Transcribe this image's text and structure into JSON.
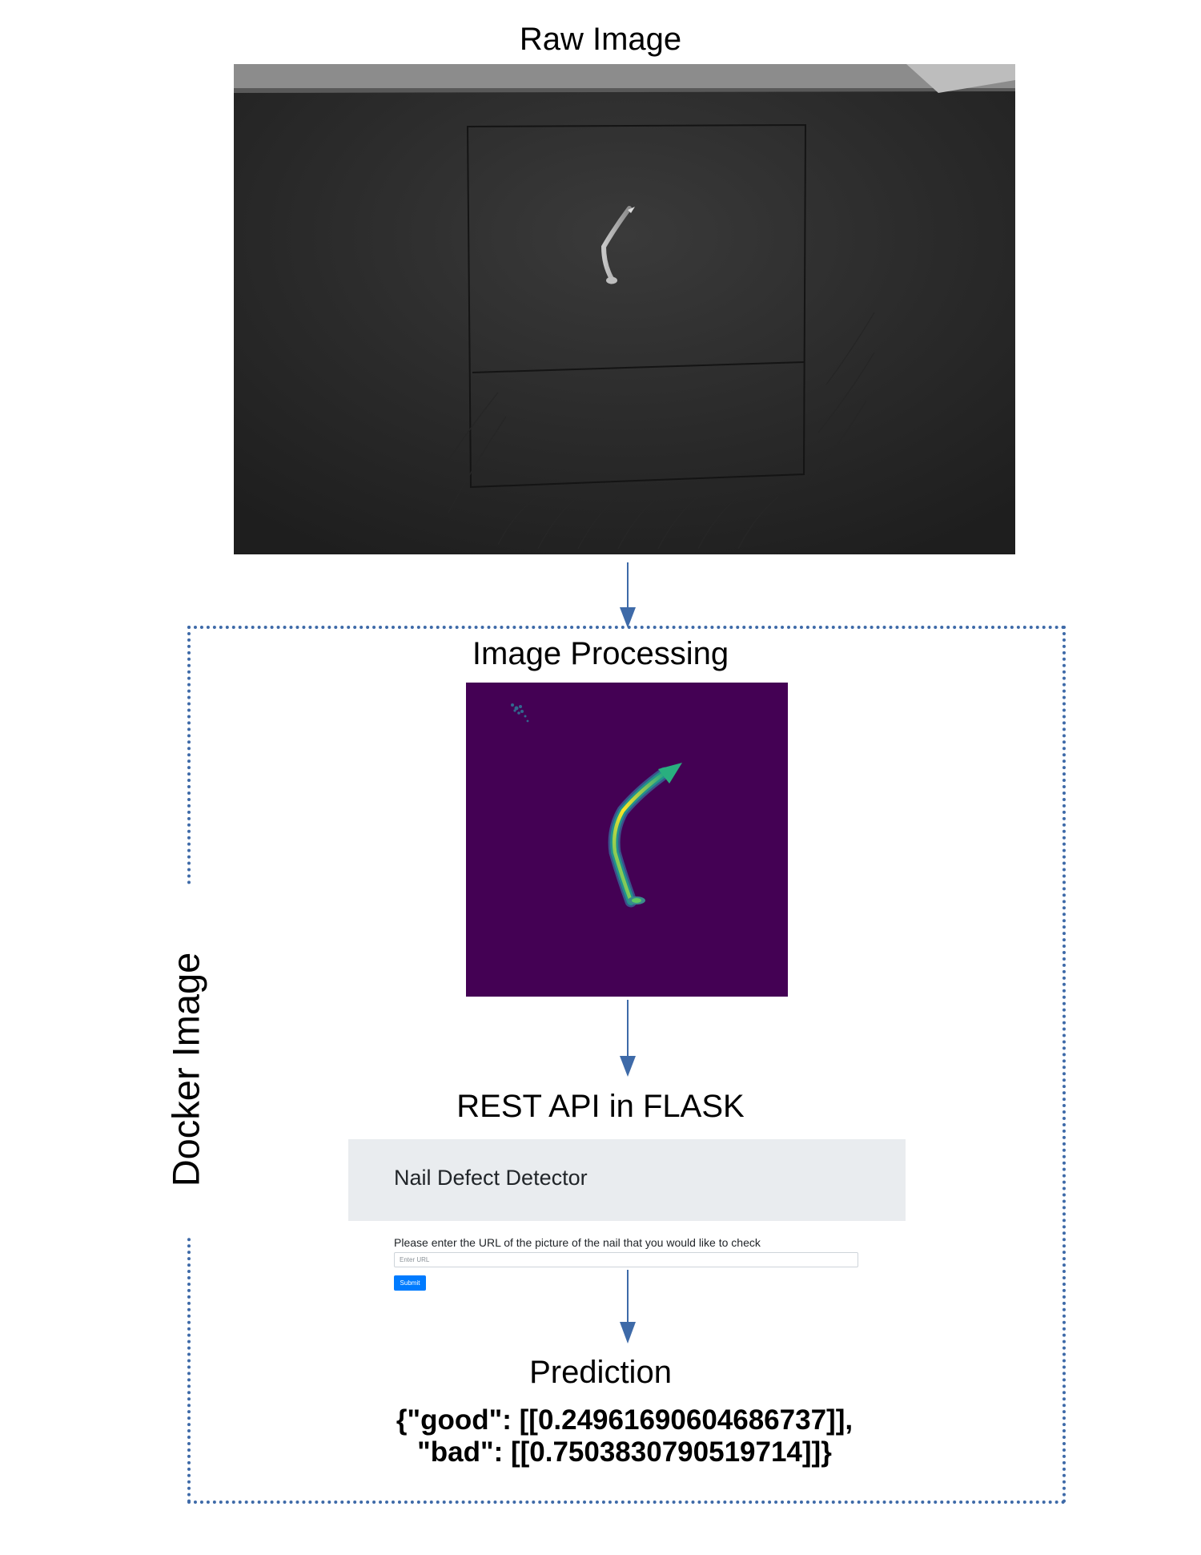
{
  "raw_image": {
    "title": "Raw Image"
  },
  "image_processing": {
    "title": "Image Processing"
  },
  "docker": {
    "label": "Docker Image"
  },
  "rest_api": {
    "title": "REST API in FLASK",
    "app_title": "Nail Defect Detector",
    "prompt": "Please enter the URL of the picture of the nail that you would like to check",
    "input_placeholder": "Enter URL",
    "input_value": "",
    "submit_label": "Submit"
  },
  "prediction": {
    "title": "Prediction",
    "line1": "{\"good\": [[0.24961690604686737]],",
    "line2": "\"bad\": [[0.7503830790519714]]}"
  },
  "colors": {
    "docker_border": "#3e6aa8",
    "arrow": "#3e6aa8",
    "processed_background": "#440154",
    "processed_nail": "#fde725",
    "flask_header": "#e9ecef",
    "submit_button": "#007bff"
  }
}
